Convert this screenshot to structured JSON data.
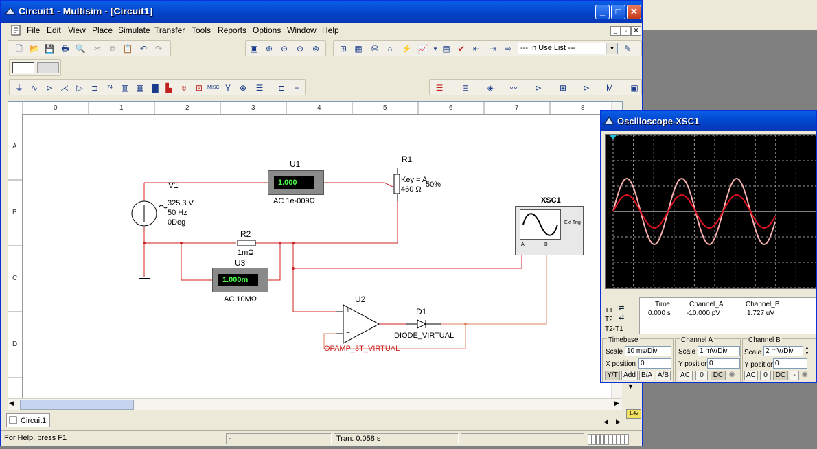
{
  "window": {
    "title": "Circuit1 - Multisim - [Circuit1]"
  },
  "menu": [
    "File",
    "Edit",
    "View",
    "Place",
    "Simulate",
    "Transfer",
    "Tools",
    "Reports",
    "Options",
    "Window",
    "Help"
  ],
  "toolbar": {
    "in_use_list": "--- In Use List ---"
  },
  "ruler": {
    "columns": [
      "0",
      "1",
      "2",
      "3",
      "4",
      "5",
      "6",
      "7",
      "8"
    ],
    "rows": [
      "A",
      "B",
      "C",
      "D"
    ]
  },
  "circuit": {
    "v1": {
      "name": "V1",
      "voltage": "325.3 V",
      "freq": "50 Hz",
      "phase": "0Deg"
    },
    "u1": {
      "name": "U1",
      "reading": "1.000",
      "label": "AC  1e-009Ω"
    },
    "r1": {
      "name": "R1",
      "key": "Key = A",
      "pct": "50%",
      "value": "460 Ω"
    },
    "r2": {
      "name": "R2",
      "value": "1mΩ"
    },
    "u3": {
      "name": "U3",
      "reading": "1.000m",
      "label": "AC  10MΩ"
    },
    "u2": {
      "name": "U2",
      "label": "OPAMP_3T_VIRTUAL"
    },
    "d1": {
      "name": "D1",
      "label": "DIODE_VIRTUAL"
    },
    "xsc1": {
      "name": "XSC1",
      "ext_trig": "Ext Trig",
      "a": "A",
      "b": "B"
    }
  },
  "tab": {
    "label": "Circuit1"
  },
  "status": {
    "help": "For Help, press F1",
    "pane2": "-",
    "tran": "Tran: 0.058 s"
  },
  "oscilloscope": {
    "title": "Oscilloscope-XSC1",
    "headers": {
      "time": "Time",
      "cha": "Channel_A",
      "chb": "Channel_B"
    },
    "t1": "T1",
    "t2": "T2",
    "t2t1": "T2-T1",
    "time_val": "0.000 s",
    "cha_val": "-10.000 pV",
    "chb_val": "1.727 uV",
    "timebase": {
      "title": "Timebase",
      "scale_label": "Scale",
      "scale": "10 ms/Div",
      "xpos_label": "X position",
      "xpos": "0",
      "buttons": [
        "Y/T",
        "Add",
        "B/A",
        "A/B"
      ]
    },
    "channel_a": {
      "title": "Channel A",
      "scale_label": "Scale",
      "scale": "1 mV/Div",
      "ypos_label": "Y position",
      "ypos": "0",
      "buttons": [
        "AC",
        "0",
        "DC"
      ]
    },
    "channel_b": {
      "title": "Channel B",
      "scale_label": "Scale",
      "scale": "2 mV/Div",
      "ypos_label": "Y position",
      "ypos": "0",
      "buttons": [
        "AC",
        "0",
        "DC",
        "-"
      ]
    },
    "trace_colors": {
      "a": "#E01020",
      "b": "#F6B0B0"
    },
    "voltage_badge": "1.4v"
  }
}
